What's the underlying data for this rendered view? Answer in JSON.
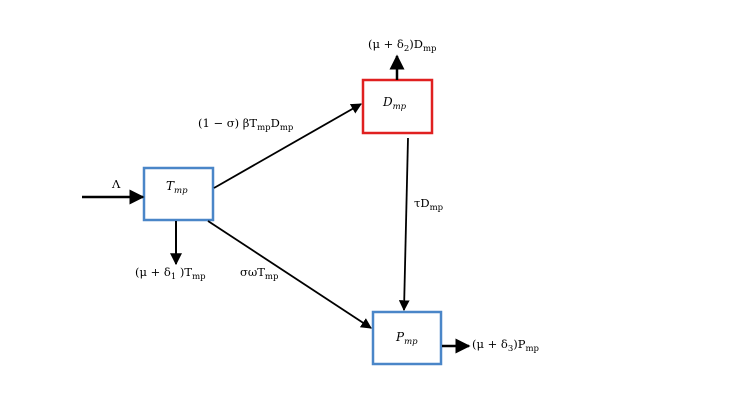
{
  "colors": {
    "blue_box": "#4a86c8",
    "red_box": "#e02020",
    "arrow": "#000000"
  },
  "nodes": {
    "t_main": "T",
    "t_sub": "mp",
    "d_main": "D",
    "d_sub": "mp",
    "p_main": "P",
    "p_sub": "mp"
  },
  "edges": {
    "inflow": "Λ",
    "t_out_pre": "(μ + δ",
    "t_out_sub1": "1",
    "t_out_mid": " )T",
    "t_out_sub2": "mp",
    "t_to_d_pre": "(1 − σ) βT",
    "t_to_d_sub1": "mp",
    "t_to_d_mid": "D",
    "t_to_d_sub2": "mp",
    "t_to_p_pre": "σωT",
    "t_to_p_sub": "mp",
    "d_out_pre": "(μ + δ",
    "d_out_sub1": "2",
    "d_out_mid": ")D",
    "d_out_sub2": "mp",
    "d_to_p_pre": "τD",
    "d_to_p_sub": "mp",
    "p_out_pre": "(μ + δ",
    "p_out_sub1": "3",
    "p_out_mid": ")P",
    "p_out_sub2": "mp"
  }
}
